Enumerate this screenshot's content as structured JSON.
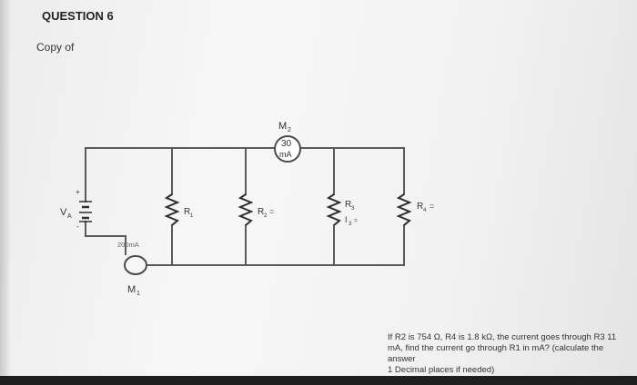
{
  "question": {
    "header": "QUESTION 6",
    "subtitle": "Copy of",
    "text_line1": "If R2 is 754 Ω, R4 is 1.8 kΩ, the current goes through R3 11 mA, find the current go through R1 in mA? (calculate the answer",
    "text_line2": "1 Decimal places if needed)"
  },
  "circuit": {
    "source_label": "V",
    "source_subscript": "A",
    "source_plus": "+",
    "source_minus": "-",
    "meter1_label": "M",
    "meter1_subscript": "1",
    "meter1_reading": "200mA",
    "meter2_label": "M",
    "meter2_subscript": "2",
    "meter2_reading_line1": "30",
    "meter2_reading_line2": "mA",
    "r1_label": "R",
    "r1_subscript": "1",
    "r2_label": "R",
    "r2_subscript": "2",
    "r2_suffix": "=",
    "r3_label": "R",
    "r3_subscript": "3",
    "r3_current": "I",
    "r3_current_subscript": "3",
    "r3_current_suffix": "=",
    "r4_label": "R",
    "r4_subscript": "4",
    "r4_suffix": "="
  },
  "colors": {
    "wire": "#5a5a5a",
    "resistor": "#2e2e2e",
    "text": "#333333"
  }
}
